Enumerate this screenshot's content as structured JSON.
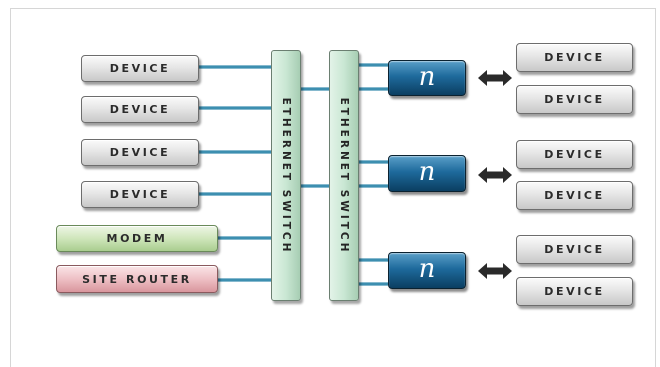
{
  "devices_left": [
    "DEVICE",
    "DEVICE",
    "DEVICE",
    "DEVICE"
  ],
  "modem": "MODEM",
  "site_router": "SITE ROUTER",
  "switches": [
    "ETHERNET SWITCH",
    "ETHERNET SWITCH"
  ],
  "node_glyph": "n",
  "devices_right": [
    "DEVICE",
    "DEVICE",
    "DEVICE",
    "DEVICE",
    "DEVICE",
    "DEVICE"
  ],
  "colors": {
    "link": "#3d8fb0",
    "device": "#d9d9d9",
    "modem": "#bcdaa6",
    "router": "#e6abb1",
    "switch": "#c9e7d3",
    "node": "#1e6a9c"
  },
  "icons": {
    "node": "script-n-logo-icon",
    "connector": "double-arrow-icon"
  }
}
